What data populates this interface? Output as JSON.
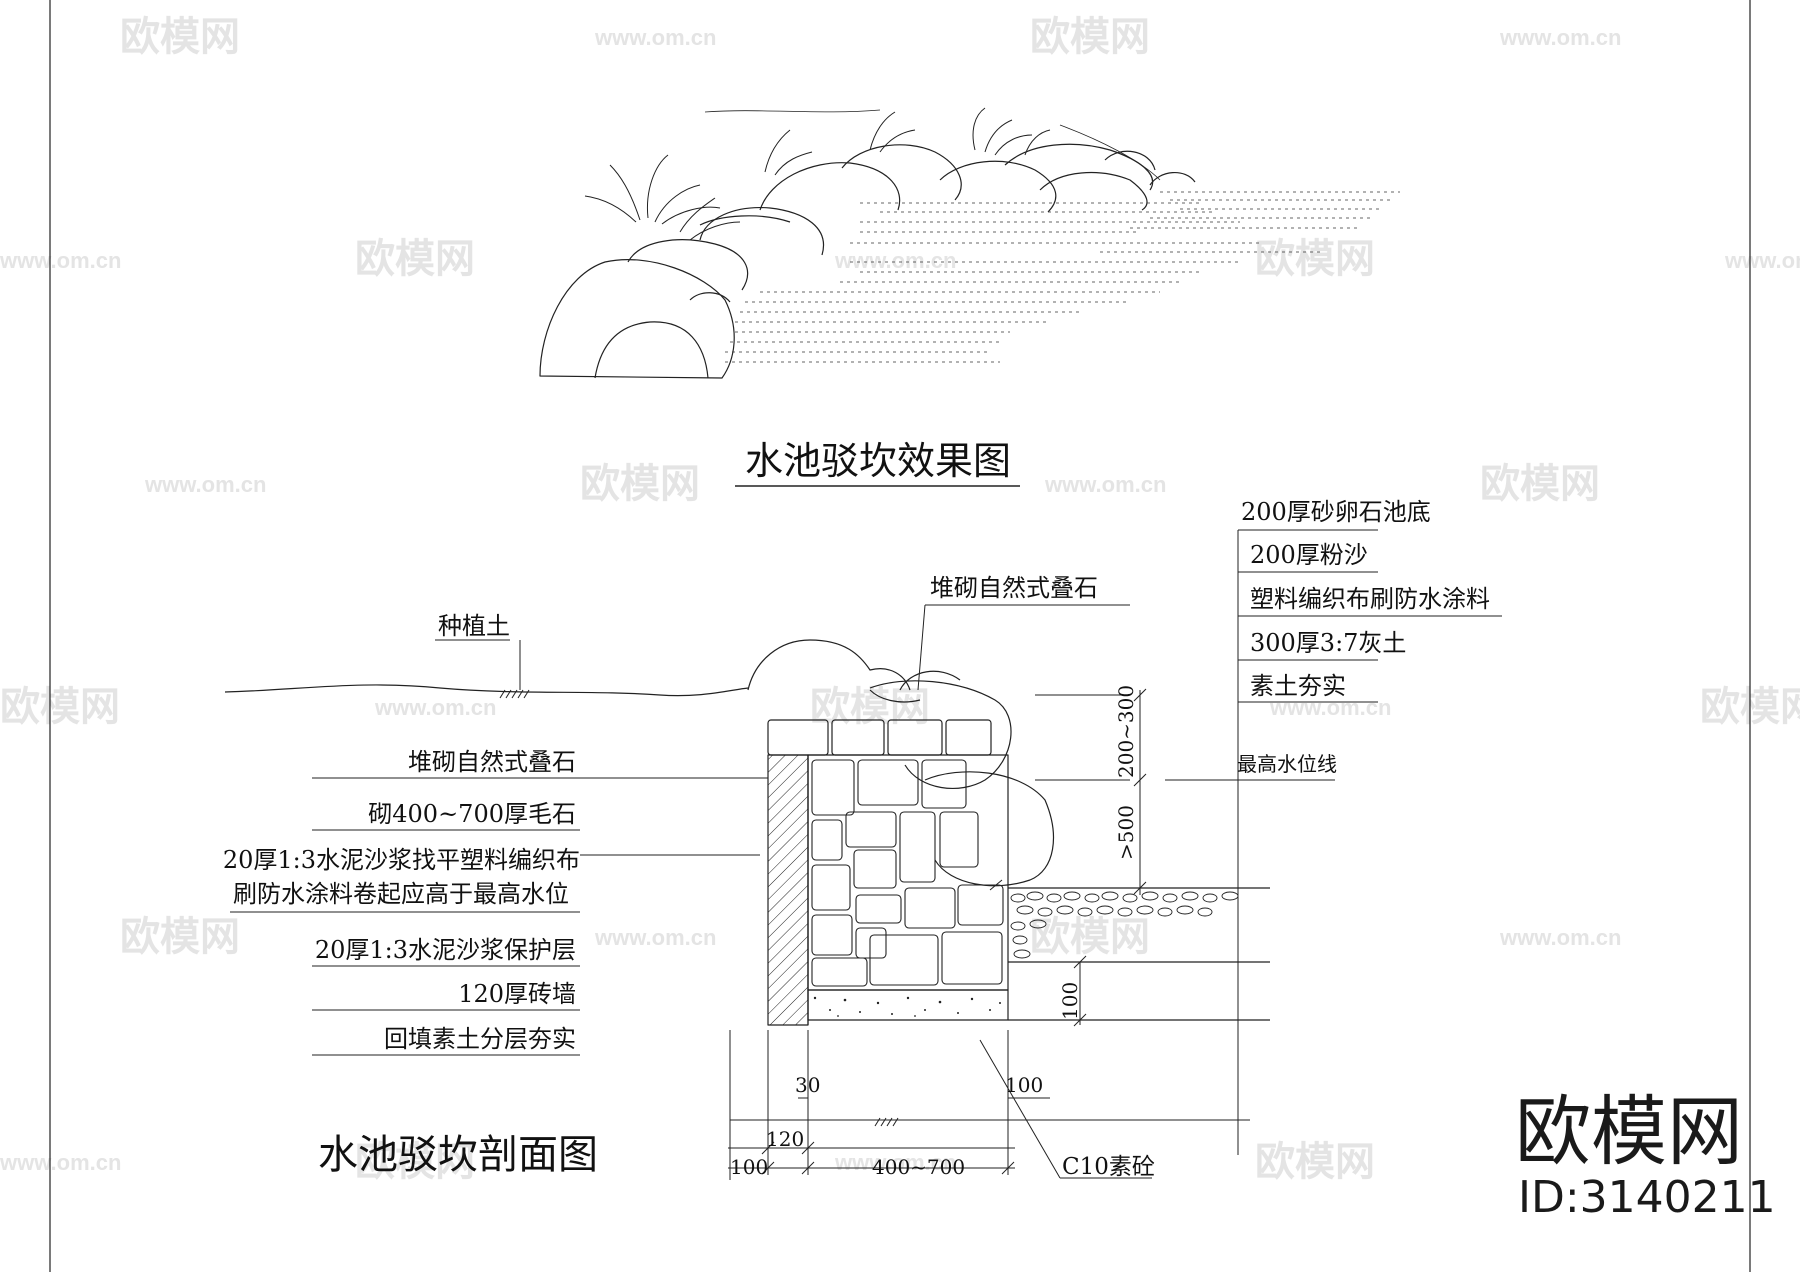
{
  "watermark": {
    "brand": "欧模网",
    "url": "www.om.cn"
  },
  "brand_mark": {
    "name": "欧模网",
    "id": "ID:3140211"
  },
  "effect_view": {
    "title": "水池驳坎效果图"
  },
  "section_view": {
    "title": "水池驳坎剖面图",
    "labels": {
      "planting_soil": "种植土",
      "stacked_stone_top": "堆砌自然式叠石",
      "max_water_line": "最高水位线",
      "concrete": "C10素砼"
    },
    "left_notes": [
      "堆砌自然式叠石",
      "砌400~700厚毛石",
      "20厚1:3水泥沙浆找平塑料编织布",
      "刷防水涂料卷起应高于最高水位",
      "20厚1:3水泥沙浆保护层",
      "120厚砖墙",
      "回填素土分层夯实"
    ],
    "right_notes": [
      "200厚砂卵石池底",
      "200厚粉沙",
      "塑料编织布刷防水涂料",
      "300厚3:7灰土",
      "素土夯实"
    ],
    "dimensions": {
      "freeboard": "200~300",
      "depth": ">500",
      "base_thickness": "100",
      "d30": "30",
      "d100_right": "100",
      "d120": "120",
      "d100_left": "100",
      "wall_width": "400~700"
    }
  }
}
